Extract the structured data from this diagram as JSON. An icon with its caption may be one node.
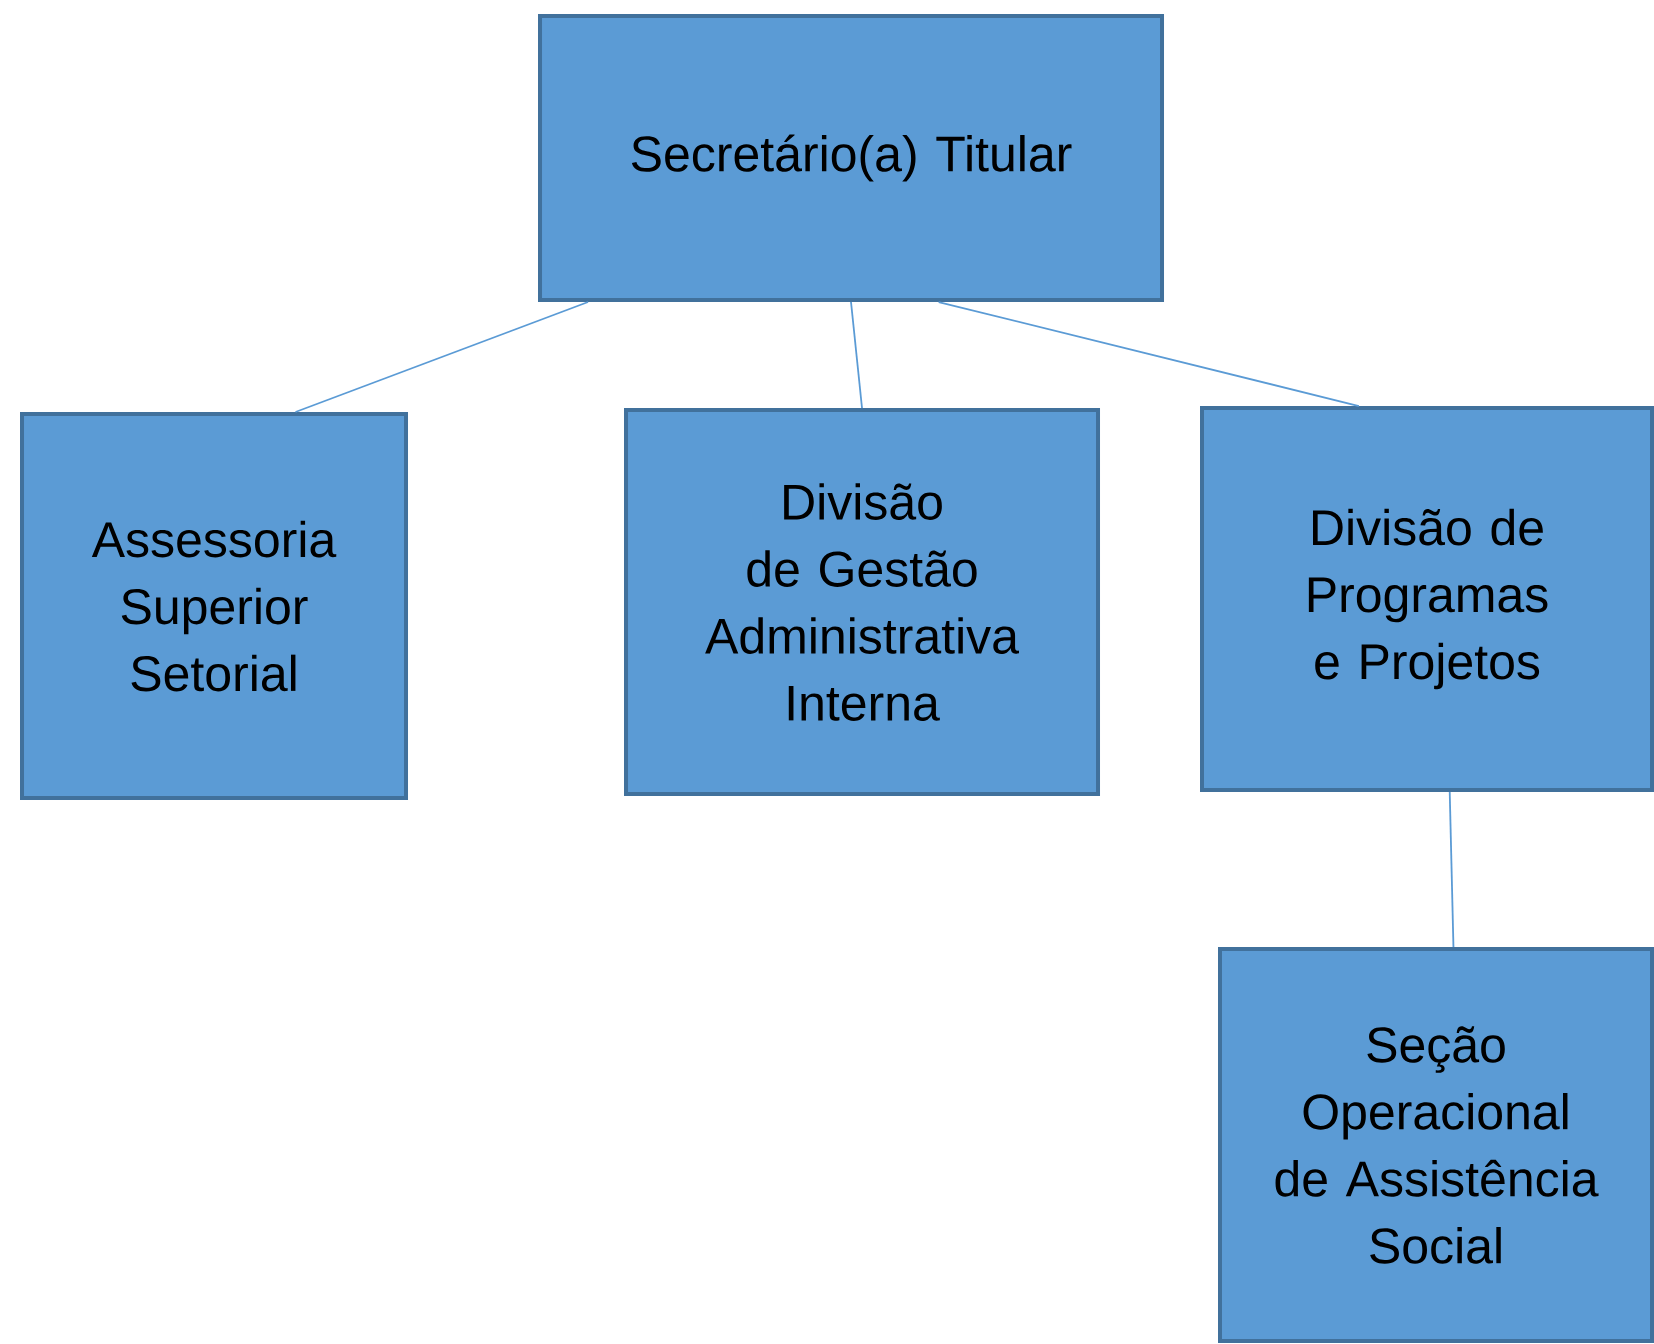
{
  "diagram": {
    "nodes": [
      {
        "text": [
          "Secretário(a) Titular"
        ]
      },
      {
        "text": [
          "Assessoria Superior Setorial"
        ]
      },
      {
        "text": [
          "Divisão de Gestão Administrativa Interna"
        ]
      },
      {
        "text": [
          "Divisão de Programas e Projetos"
        ]
      },
      {
        "text": [
          "Seção Operacional de Assistência Social"
        ]
      }
    ],
    "edges": [
      {
        "from": 0,
        "to": 1,
        "arrow": "none"
      },
      {
        "from": 0,
        "to": 2,
        "arrow": "none"
      },
      {
        "from": 0,
        "to": 3,
        "arrow": "none"
      },
      {
        "from": 3,
        "to": 4,
        "arrow": "none"
      }
    ]
  }
}
